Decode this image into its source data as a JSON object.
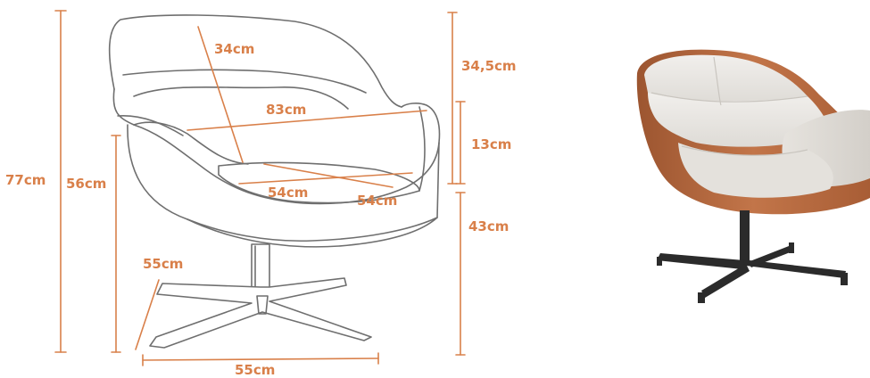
{
  "colors": {
    "accent": "#d9804a",
    "sketch_line": "#6f6f6f",
    "fabric": "#e9e7e3",
    "leather": "#b8683f",
    "metal": "#2b2b2b"
  },
  "dimensions": {
    "total_height": "77cm",
    "back_height": "34,5cm",
    "armrest_height": "13cm",
    "seat_height": "43cm",
    "arm_height": "56cm",
    "backrest_depth": "34cm",
    "total_width": "83cm",
    "seat_width": "54cm",
    "seat_depth": "54cm",
    "base_depth": "55cm",
    "base_width": "55cm"
  },
  "icons": {
    "sketch": "armchair-line-drawing",
    "photo": "armchair-product-render"
  }
}
